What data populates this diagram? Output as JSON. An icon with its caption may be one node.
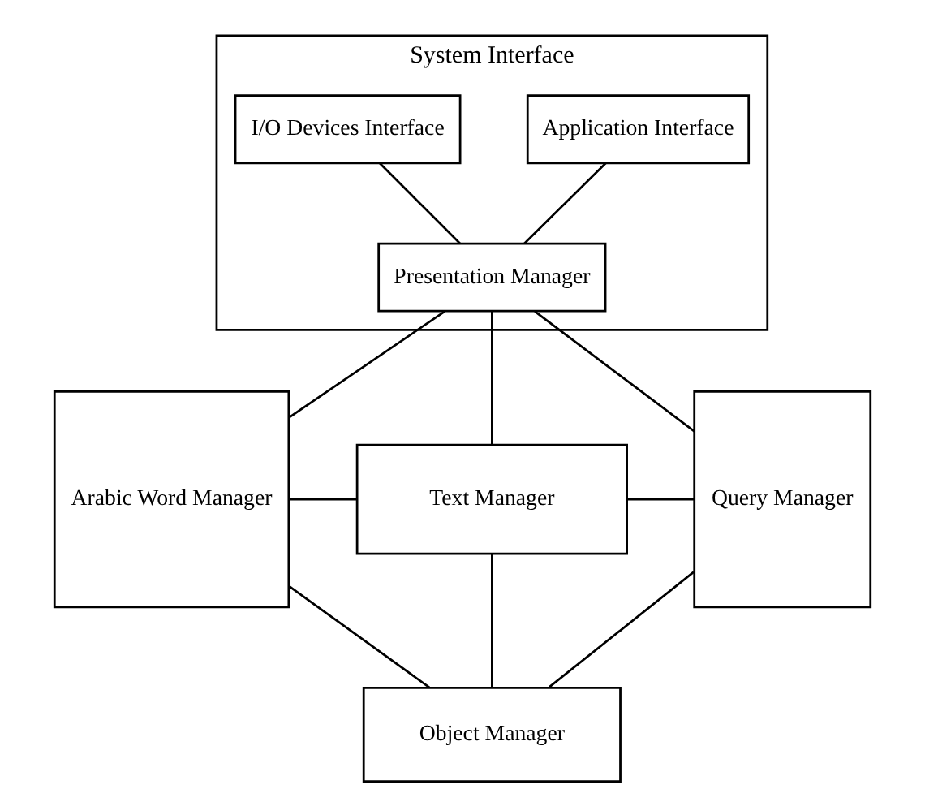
{
  "diagram": {
    "nodes": [
      {
        "text": [
          "System Interface"
        ]
      },
      {
        "text": [
          "Application Interface"
        ],
        "in": 0
      },
      {
        "text": [
          "I/O Devices Interface"
        ],
        "in": 0
      },
      {
        "text": [
          "Presentation Manager"
        ],
        "in": 0
      },
      {
        "text": [
          "Arabic Word Manager"
        ]
      },
      {
        "text": [
          "Text Manager"
        ]
      },
      {
        "text": [
          "Query Manager"
        ]
      },
      {
        "text": [
          "Object Manager"
        ]
      }
    ],
    "edges": [
      {
        "from": 1,
        "to": 3,
        "arrow": "none"
      },
      {
        "from": 2,
        "to": 3,
        "arrow": "none"
      },
      {
        "from": 3,
        "to": 4,
        "arrow": "none"
      },
      {
        "from": 3,
        "to": 5,
        "arrow": "none"
      },
      {
        "from": 3,
        "to": 6,
        "arrow": "none"
      },
      {
        "from": 4,
        "to": 5,
        "arrow": "none"
      },
      {
        "from": 5,
        "to": 6,
        "arrow": "none"
      },
      {
        "from": 4,
        "to": 7,
        "arrow": "none"
      },
      {
        "from": 5,
        "to": 7,
        "arrow": "none"
      },
      {
        "from": 6,
        "to": 7,
        "arrow": "none"
      }
    ]
  }
}
